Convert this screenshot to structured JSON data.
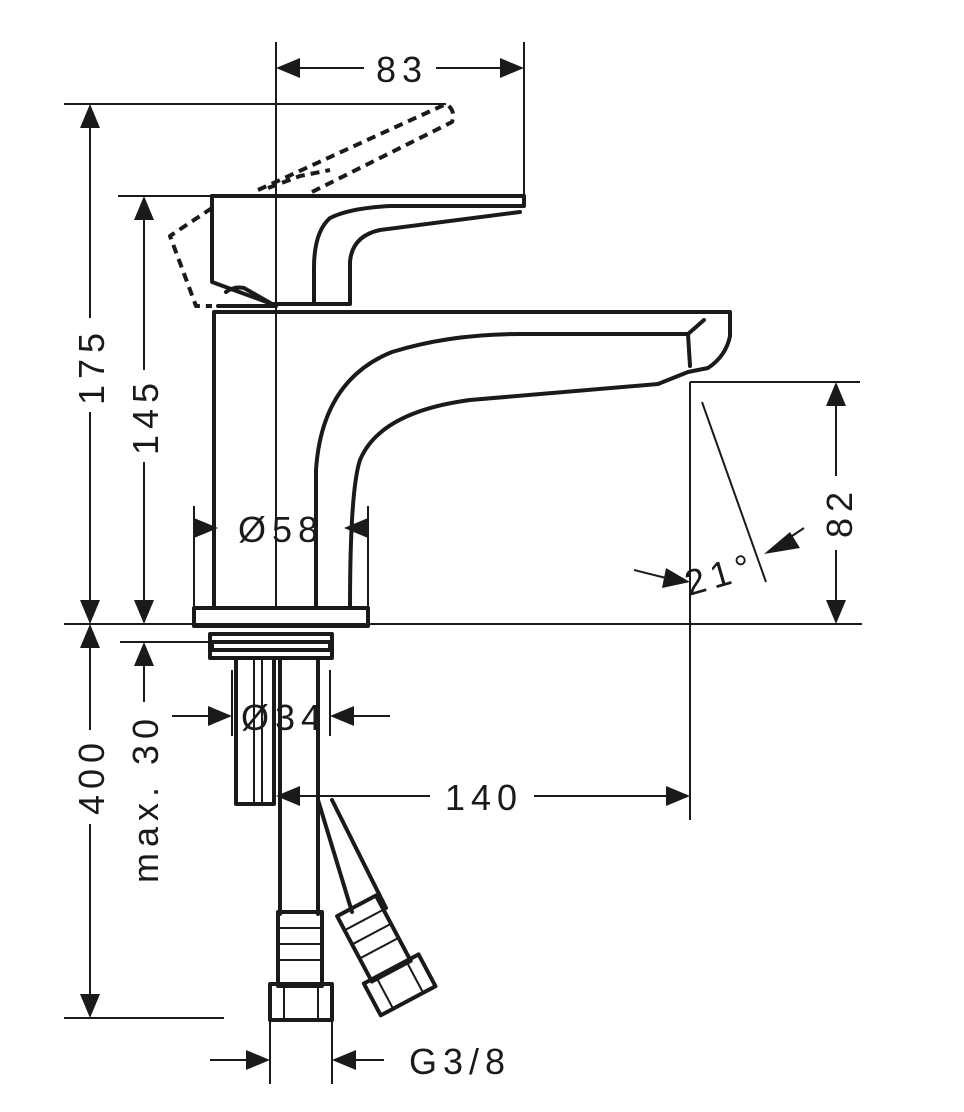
{
  "drawing": {
    "line_color": "#1a1a1a",
    "background": "#ffffff",
    "dimensions": {
      "width_83": "83",
      "height_175": "175",
      "height_145": "145",
      "diameter_58": "Ø58",
      "height_82": "82",
      "angle_21": "21°",
      "depth_400": "400",
      "max_30": "max. 30",
      "diameter_34": "Ø34",
      "reach_140": "140",
      "thread_g38": "G3/8"
    }
  }
}
